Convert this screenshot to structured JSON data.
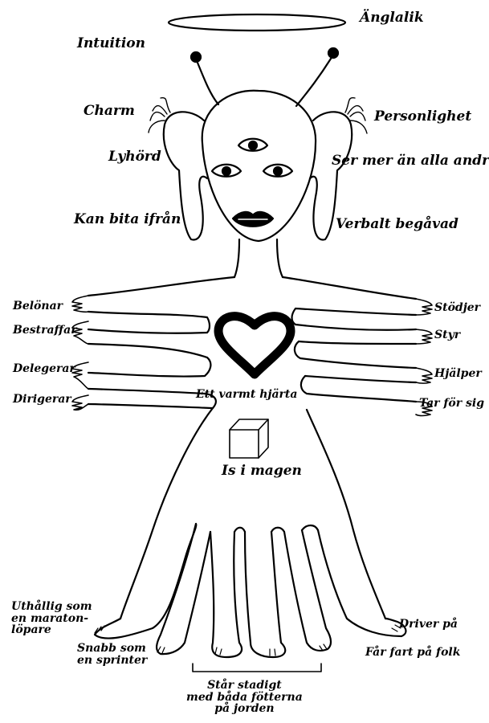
{
  "colors": {
    "ink": "#000000",
    "paper": "#ffffff"
  },
  "labels": {
    "halo": "Änglalik",
    "intuition": "Intuition",
    "charm": "Charm",
    "personality": "Personlighet",
    "hearing": "Lyhörd",
    "sees_more": "Ser mer än alla andra",
    "bite_back": "Kan bita ifrån",
    "verbal": "Verbalt begåvad",
    "rewards": "Belönar",
    "punishes": "Bestraffar",
    "delegates": "Delegerar",
    "directs": "Dirigerar",
    "supports": "Stödjer",
    "steers": "Styr",
    "helps": "Hjälper",
    "takes_charge": "Tar för sig",
    "heart": "Ett varmt hjärta",
    "ice": "Is i magen",
    "endurance": "Uthållig som\nen maraton-\nlöpare",
    "sprinter": "Snabb som\nen sprinter",
    "grounded": "Står stadigt\nmed båda fötterna\npå jorden",
    "drives": "Driver på",
    "speeds_people": "Får fart på folk"
  },
  "icons": [
    "halo-icon",
    "antenna-icon",
    "third-eye-icon",
    "eye-icon",
    "mouth-icon",
    "heart-icon",
    "ice-cube-icon",
    "hand-icon",
    "foot-icon"
  ]
}
